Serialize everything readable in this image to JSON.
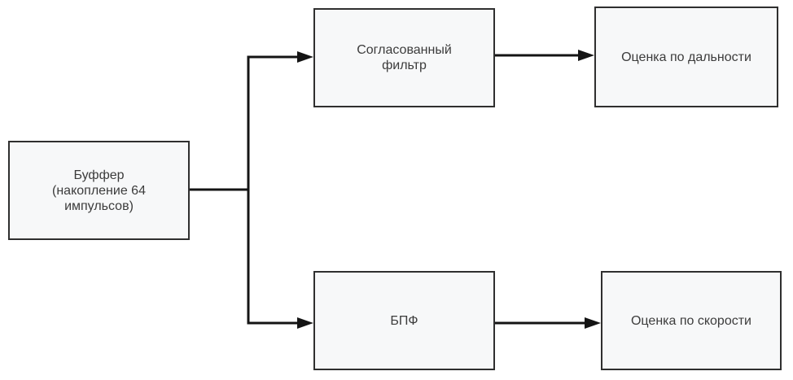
{
  "diagram": {
    "type": "flowchart",
    "nodes": {
      "buffer": {
        "id": "buffer",
        "label": "Буффер\n(накопление 64\nимпульсов)"
      },
      "matched_filter": {
        "id": "matched_filter",
        "label": "Согласованный\nфильтр"
      },
      "range_estimate": {
        "id": "range_estimate",
        "label": "Оценка по дальности"
      },
      "fft": {
        "id": "fft",
        "label": "БПФ"
      },
      "velocity_estimate": {
        "id": "velocity_estimate",
        "label": "Оценка по скорости"
      }
    },
    "edges": [
      {
        "from": "buffer",
        "to": "matched_filter",
        "arrow": true
      },
      {
        "from": "buffer",
        "to": "fft",
        "arrow": true
      },
      {
        "from": "matched_filter",
        "to": "range_estimate",
        "arrow": true
      },
      {
        "from": "fft",
        "to": "velocity_estimate",
        "arrow": true
      }
    ],
    "colors": {
      "background": "#ffffff",
      "node_fill": "#f7f8f9",
      "node_border": "#2f2f2f",
      "connector": "#141414",
      "text": "#3c3c3c"
    }
  }
}
